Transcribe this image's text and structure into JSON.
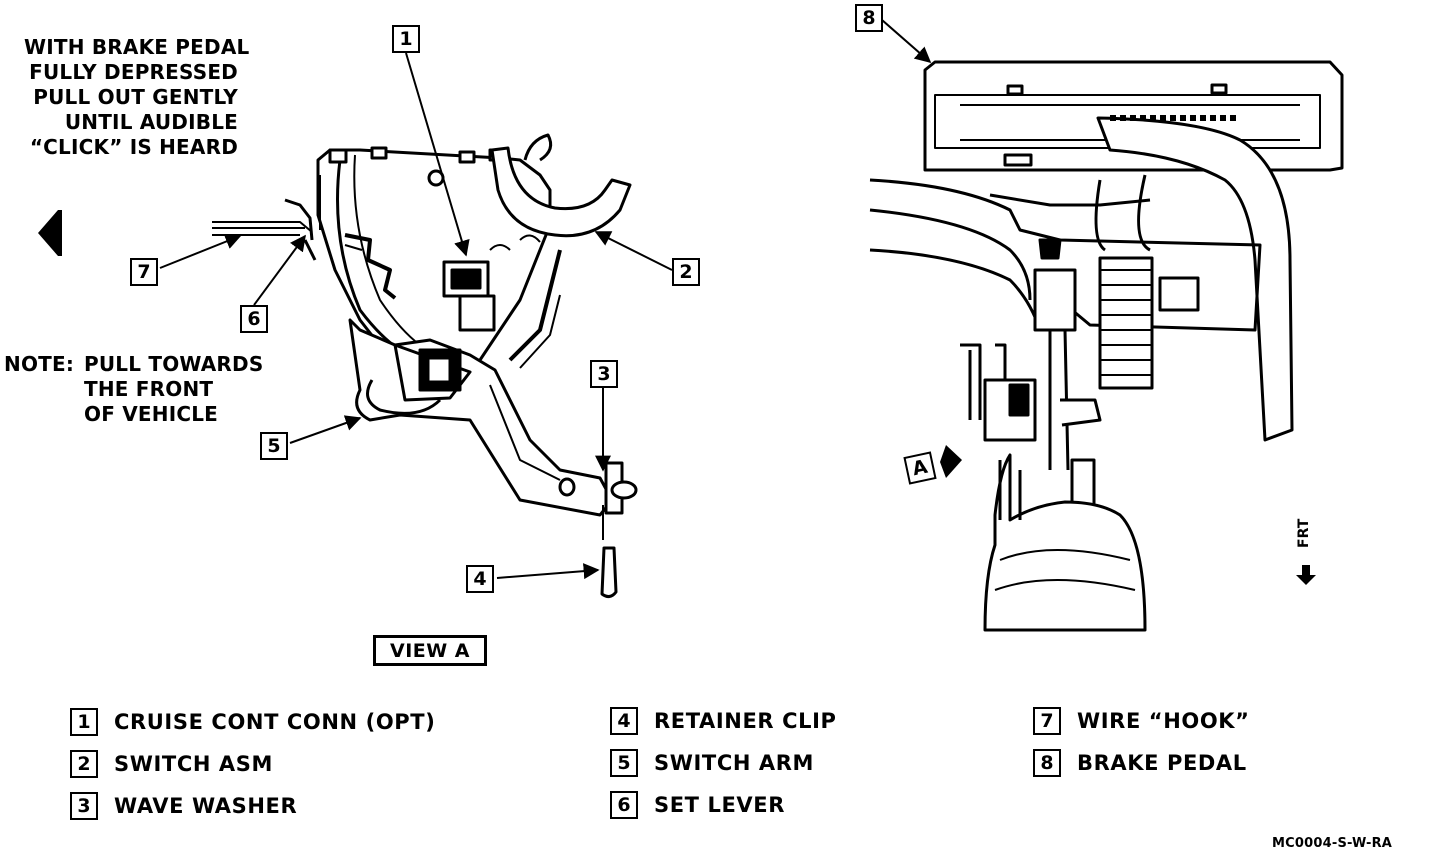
{
  "instruction": {
    "lines": [
      "WITH BRAKE PEDAL",
      "FULLY DEPRESSED",
      "PULL OUT GENTLY",
      "UNTIL AUDIBLE",
      "“CLICK” IS HEARD"
    ]
  },
  "note": {
    "label": "NOTE:",
    "lines": [
      "PULL TOWARDS",
      "THE FRONT",
      "OF VEHICLE"
    ]
  },
  "callouts": {
    "c1": "1",
    "c2": "2",
    "c3": "3",
    "c4": "4",
    "c5": "5",
    "c6": "6",
    "c7": "7",
    "c8": "8",
    "view_a_marker": "A"
  },
  "view_label": "VIEW A",
  "direction": {
    "front": "FRT"
  },
  "legend": [
    {
      "num": "1",
      "label": "CRUISE CONT CONN (OPT)"
    },
    {
      "num": "2",
      "label": "SWITCH ASM"
    },
    {
      "num": "3",
      "label": "WAVE WASHER"
    },
    {
      "num": "4",
      "label": "RETAINER CLIP"
    },
    {
      "num": "5",
      "label": "SWITCH ARM"
    },
    {
      "num": "6",
      "label": "SET LEVER"
    },
    {
      "num": "7",
      "label": "WIRE “HOOK”"
    },
    {
      "num": "8",
      "label": "BRAKE PEDAL"
    }
  ],
  "figure_id": "MC0004-S-W-RA"
}
